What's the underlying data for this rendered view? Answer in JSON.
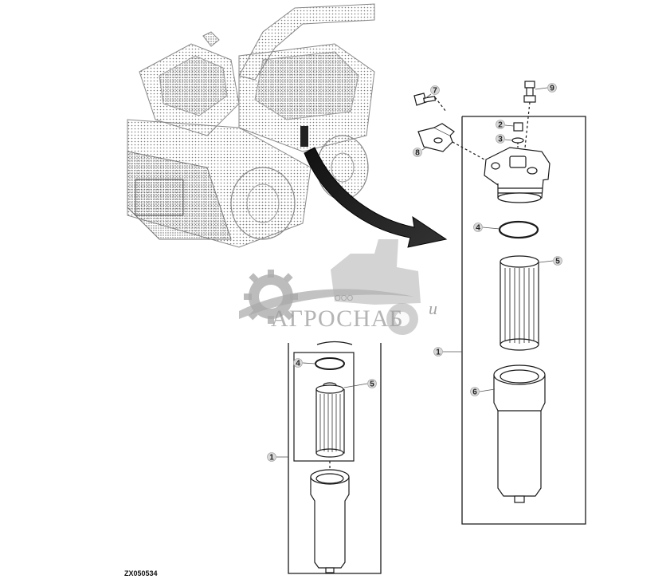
{
  "watermark": {
    "ooo": "ООО",
    "brand": "АГРОСНАБ",
    "suffix": "и"
  },
  "figure_code": "ZX050534",
  "callouts_main": [
    {
      "id": "c7",
      "label": "7"
    },
    {
      "id": "c9",
      "label": "9"
    },
    {
      "id": "c2",
      "label": "2"
    },
    {
      "id": "c3",
      "label": "3"
    },
    {
      "id": "c8",
      "label": "8"
    },
    {
      "id": "c4",
      "label": "4"
    },
    {
      "id": "c5",
      "label": "5"
    },
    {
      "id": "c1",
      "label": "1"
    },
    {
      "id": "c6",
      "label": "6"
    }
  ],
  "callouts_inset": [
    {
      "id": "i4",
      "label": "4"
    },
    {
      "id": "i5",
      "label": "5"
    },
    {
      "id": "i1",
      "label": "1"
    }
  ],
  "colors": {
    "line": "#1a1a1a",
    "halftone": "#9a9a9a",
    "watermark": "#8a8a8a"
  }
}
